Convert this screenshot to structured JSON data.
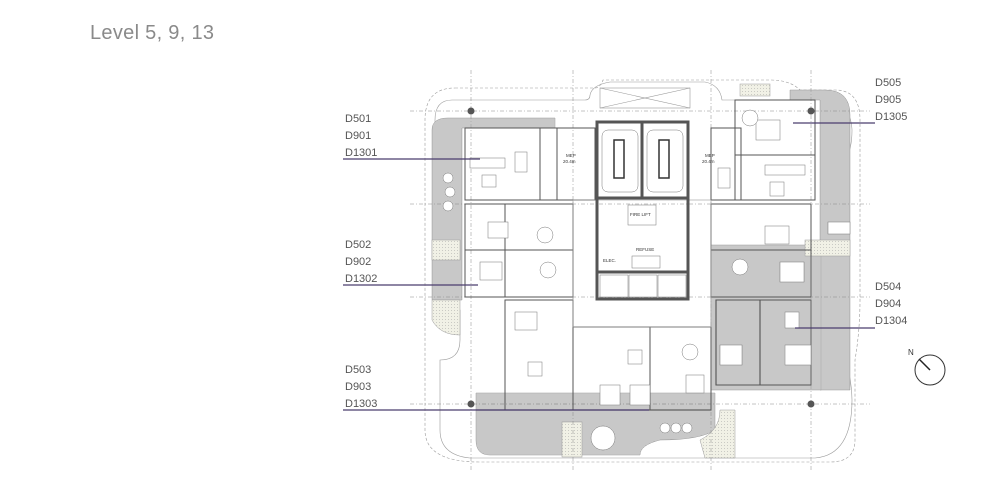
{
  "title": "Level 5, 9, 13",
  "units": [
    {
      "labels": [
        "D501",
        "D901",
        "D1301"
      ]
    },
    {
      "labels": [
        "D502",
        "D902",
        "D1302"
      ]
    },
    {
      "labels": [
        "D503",
        "D903",
        "D1303"
      ]
    },
    {
      "labels": [
        "D505",
        "D905",
        "D1305"
      ]
    },
    {
      "labels": [
        "D504",
        "D904",
        "D1304"
      ]
    }
  ],
  "core": {
    "mep_left": "MEP",
    "mep_left_size": "20.4m",
    "mep_right": "MEP",
    "mep_right_size": "20.4m",
    "fire_lift": "FIRE LIFT",
    "refuse": "REFUSE",
    "elec": "ELEC."
  },
  "compass": {
    "label": "N",
    "rotation_deg": -45
  },
  "colors": {
    "leader": "#4b3d6e",
    "title": "#8a8a8a",
    "walls": "#555555"
  }
}
